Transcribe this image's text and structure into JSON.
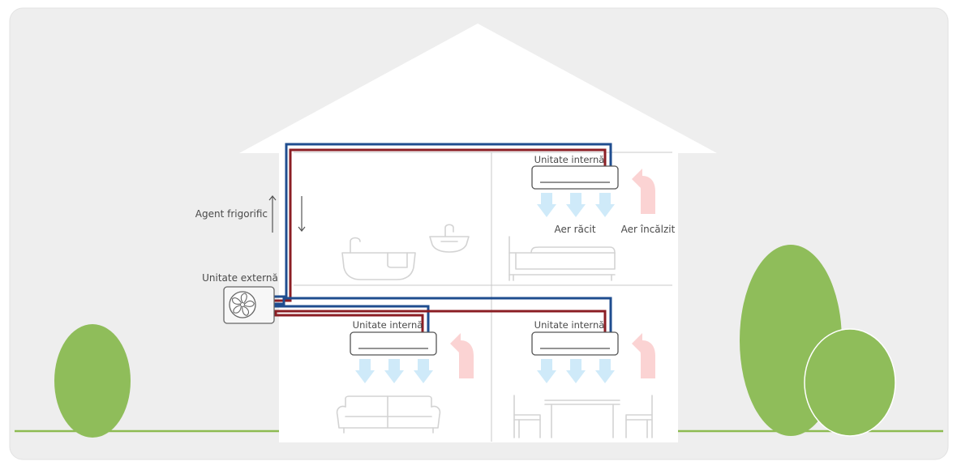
{
  "labels": {
    "outdoor_unit": "Unitate externă",
    "refrigerant": "Agent frigorific",
    "indoor_unit": "Unitate internă",
    "cooled_air": "Aer răcit",
    "heated_air": "Aer încălzit"
  },
  "colors": {
    "background_panel": "#eeeeee",
    "house": "#ffffff",
    "ground": "#8dbb52",
    "tree": "#8fbd5a",
    "pipe_cold": "#1f4d8f",
    "pipe_hot": "#8b1e24",
    "air_cooled": "#cfeaf9",
    "air_heated": "#fbd3d3"
  },
  "icons": {
    "outdoor_unit": "fan-icon",
    "flow_up": "arrow-up-icon",
    "flow_down": "arrow-down-icon"
  }
}
